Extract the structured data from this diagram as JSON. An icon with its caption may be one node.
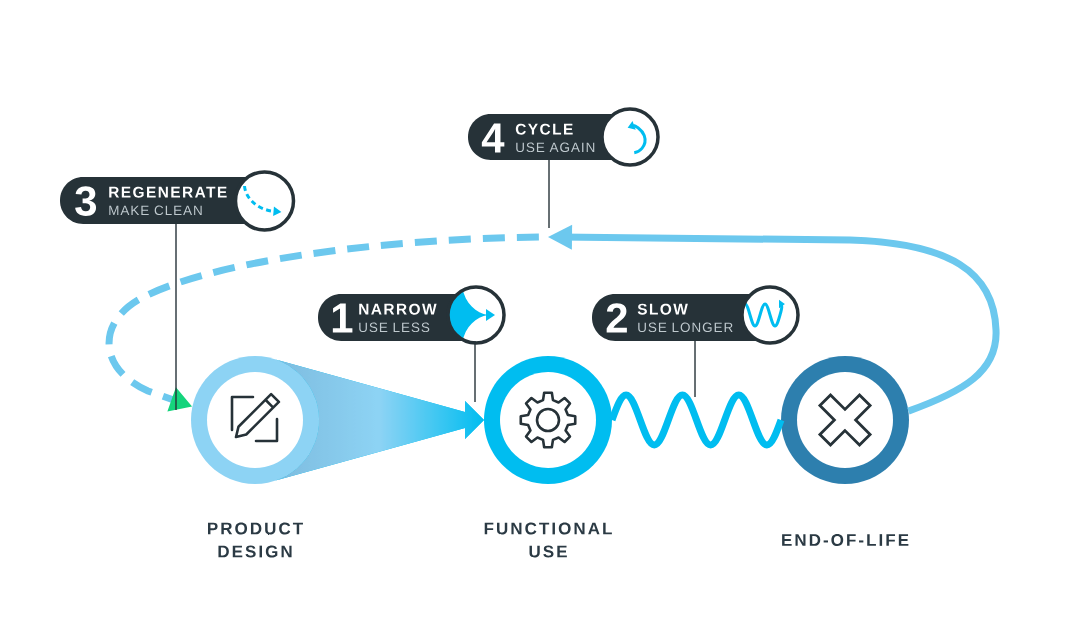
{
  "diagram": {
    "nodes": [
      {
        "text": [],
        "shape": "circle",
        "beside": [
          "PRODUCT DESIGN"
        ]
      },
      {
        "text": [],
        "shape": "circle",
        "beside": [
          "FUNCTIONAL USE"
        ]
      },
      {
        "text": [],
        "shape": "circle",
        "beside": [
          "END-OF-LIFE"
        ]
      },
      {
        "text": [
          "1",
          "NARROW",
          "USE LESS"
        ]
      },
      {
        "text": [
          "2",
          "SLOW",
          "USE LONGER"
        ]
      },
      {
        "text": [
          "3",
          "REGENERATE",
          "MAKE CLEAN"
        ]
      },
      {
        "text": [
          "4",
          "CYCLE",
          "USE AGAIN"
        ]
      }
    ],
    "edges": [
      {
        "from": 0,
        "to": 1,
        "arrow": "to",
        "style": "thick",
        "color": "#00bdf0"
      },
      {
        "from": 1,
        "to": 2,
        "arrow": "none",
        "style": "thick",
        "color": "#00bdf0"
      },
      {
        "from": 2,
        "to": 0,
        "arrow": "to",
        "style": "dashed",
        "color": "#6cc8ee"
      },
      {
        "from": 3,
        "to": 1,
        "arrow": "none"
      },
      {
        "from": 4,
        "to": null,
        "arrow": "none"
      },
      {
        "from": 5,
        "to": null,
        "arrow": "none"
      },
      {
        "from": 6,
        "to": null,
        "arrow": "none"
      }
    ]
  }
}
